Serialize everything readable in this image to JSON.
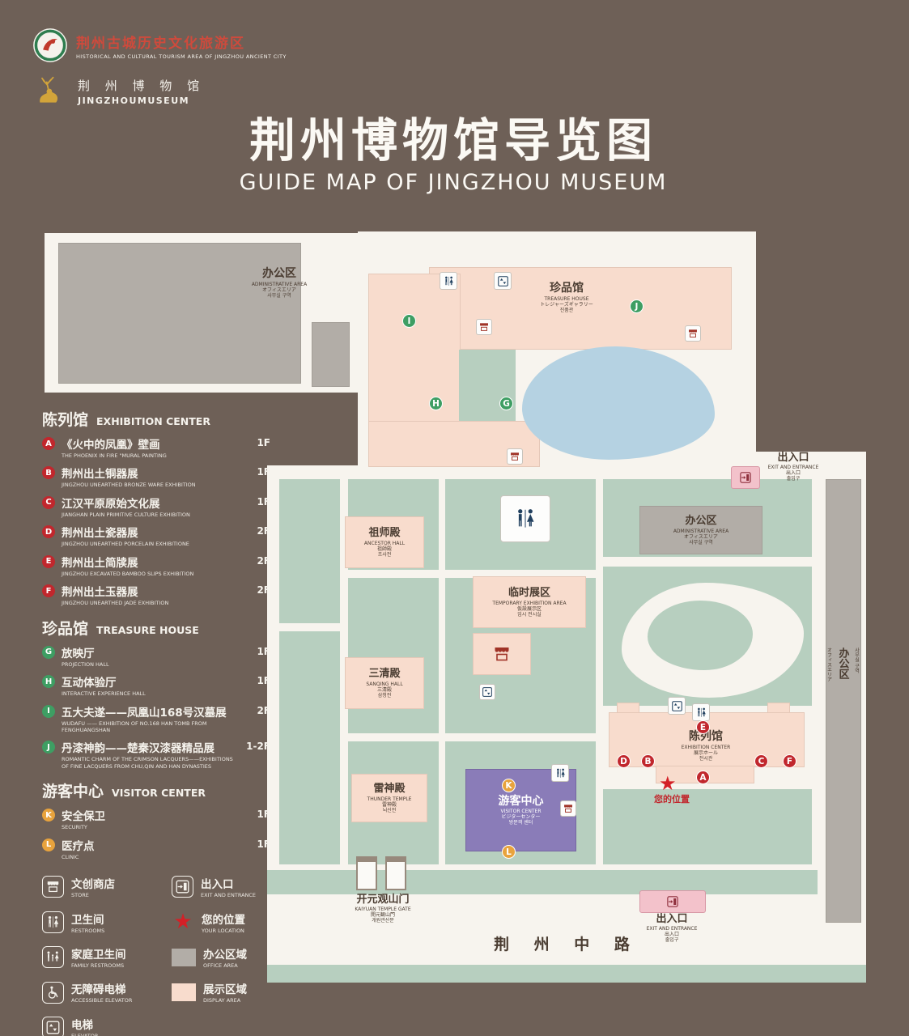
{
  "header": {
    "logo1": {
      "zh": "荆州古城历史文化旅游区",
      "en": "HISTORICAL AND CULTURAL TOURISM AREA OF JINGZHOU ANCIENT CITY"
    },
    "logo2": {
      "zh": "荆 州 博 物 馆",
      "en": "JINGZHOUMUSEUM"
    },
    "title": "荆州博物馆导览图",
    "subtitle": "GUIDE MAP OF JINGZHOU MUSEUM"
  },
  "legend": {
    "sections": [
      {
        "zh": "陈列馆",
        "en": "EXHIBITION CENTER",
        "items": [
          {
            "letter": "A",
            "zh": "《火中的凤凰》壁画",
            "en": "THE PHOENIX IN FIRE \"MURAL PAINTING",
            "floor": "1F"
          },
          {
            "letter": "B",
            "zh": "荆州出土铜器展",
            "en": "JINGZHOU UNEARTHED BRONZE WARE EXHIBITION",
            "floor": "1F"
          },
          {
            "letter": "C",
            "zh": "江汉平原原始文化展",
            "en": "JIANGHAN PLAIN PRIMITIVE CULTURE EXHIBITION",
            "floor": "1F"
          },
          {
            "letter": "D",
            "zh": "荆州出土瓷器展",
            "en": "JINGZHOU UNEARTHED PORCELAIN EXHIBITIONE",
            "floor": "2F"
          },
          {
            "letter": "E",
            "zh": "荆州出土简牍展",
            "en": "JINGZHOU EXCAVATED BAMBOO SLIPS EXHIBITION",
            "floor": "2F"
          },
          {
            "letter": "F",
            "zh": "荆州出土玉器展",
            "en": "JINGZHOU UNEARTHED JADE EXHIBITION",
            "floor": "2F"
          }
        ]
      },
      {
        "zh": "珍品馆",
        "en": "TREASURE HOUSE",
        "items": [
          {
            "letter": "G",
            "zh": "放映厅",
            "en": "PROJECTION HALL",
            "floor": "1F"
          },
          {
            "letter": "H",
            "zh": "互动体验厅",
            "en": "INTERACTIVE EXPERIENCE HALL",
            "floor": "1F"
          },
          {
            "letter": "I",
            "zh": "五大夫遂——凤凰山168号汉墓展",
            "en": "WUDAFU —— EXHIBITION OF NO.168 HAN TOMB FROM FENGHUANGSHAN",
            "floor": "2F"
          },
          {
            "letter": "J",
            "zh": "丹漆神韵——楚秦汉漆器精品展",
            "en": "ROMANTIC CHARM OF THE CRIMSON LACQUERS——EXHIBITIONS OF FINE LACQUERS FROM CHU,QIN AND HAN DYNASTIES",
            "floor": "1-2F"
          }
        ]
      },
      {
        "zh": "游客中心",
        "en": "VISITOR CENTER",
        "items": [
          {
            "letter": "K",
            "zh": "安全保卫",
            "en": "SECURITY",
            "floor": "1F"
          },
          {
            "letter": "L",
            "zh": "医疗点",
            "en": "CLINIC",
            "floor": "1F"
          }
        ]
      }
    ],
    "icons": [
      {
        "icon": "store-icon",
        "zh": "文创商店",
        "en": "STORE"
      },
      {
        "icon": "exit-icon",
        "zh": "出入口",
        "en": "EXIT AND ENTRANCE"
      },
      {
        "icon": "restroom-icon",
        "zh": "卫生间",
        "en": "RESTROOMS"
      },
      {
        "icon": "your-location-icon",
        "zh": "您的位置",
        "en": "YOUR LOCATION"
      },
      {
        "icon": "family-restroom-icon",
        "zh": "家庭卫生间",
        "en": "FAMILY RESTROOMS"
      },
      {
        "icon": "office-area-swatch",
        "zh": "办公区域",
        "en": "OFFICE AREA"
      },
      {
        "icon": "accessible-elevator-icon",
        "zh": "无障碍电梯",
        "en": "ACCESSIBLE ELEVATOR"
      },
      {
        "icon": "display-area-swatch",
        "zh": "展示区域",
        "en": "DISPLAY AREA"
      },
      {
        "icon": "elevator-icon",
        "zh": "电梯",
        "en": "ELEVATOR"
      }
    ]
  },
  "map": {
    "buildings": {
      "admin_topleft": {
        "zh": "办公区",
        "en": "ADMINISTRATIVE AREA",
        "jp": "オフィスエリア",
        "kr": "사무실 구역"
      },
      "treasure": {
        "zh": "珍品馆",
        "en": "TREASURE HOUSE",
        "jp": "トレジャーズギャラリー",
        "kr": "진품관"
      },
      "admin_mid": {
        "zh": "办公区",
        "en": "ADMINISTRATIVE AREA",
        "jp": "オフィスエリア",
        "kr": "사무실 구역"
      },
      "admin_right": {
        "zh": "办公区",
        "jp": "オフィスエリア",
        "kr": "사무실 구역"
      },
      "ancestor": {
        "zh": "祖师殿",
        "en": "ANCESTOR HALL",
        "jp": "祖師殿",
        "kr": "조사전"
      },
      "temporary": {
        "zh": "临时展区",
        "en": "TEMPORARY EXHIBITION AREA",
        "jp": "仮設展示区",
        "kr": "임시 전시실"
      },
      "sanqing": {
        "zh": "三清殿",
        "en": "SANQING HALL",
        "jp": "三清殿",
        "kr": "삼청전"
      },
      "thunder": {
        "zh": "雷神殿",
        "en": "THUNDER TEMPLE",
        "jp": "雷神殿",
        "kr": "뇌신전"
      },
      "visitor": {
        "zh": "游客中心",
        "en": "VISITOR CENTER",
        "jp": "ビジターセンター",
        "kr": "방문객 센터"
      },
      "exhibition": {
        "zh": "陈列馆",
        "en": "EXHIBITION CENTER",
        "jp": "展示ホール",
        "kr": "전시관"
      },
      "gate": {
        "zh": "开元观山门",
        "en": "KAIYUAN TEMPLE GATE",
        "jp": "開元観山門",
        "kr": "개원관산문"
      },
      "exit_top": {
        "zh": "出入口",
        "en": "EXIT AND ENTRANCE",
        "jp": "出入口",
        "kr": "출입구"
      },
      "exit_bottom": {
        "zh": "出入口",
        "en": "EXIT AND ENTRANCE",
        "jp": "出入口",
        "kr": "출입구"
      },
      "your_location": {
        "zh": "您的位置"
      },
      "road": {
        "zh": "荆 州 中 路"
      }
    },
    "markers": [
      {
        "letter": "I"
      },
      {
        "letter": "J"
      },
      {
        "letter": "H"
      },
      {
        "letter": "G"
      },
      {
        "letter": "E"
      },
      {
        "letter": "D"
      },
      {
        "letter": "B"
      },
      {
        "letter": "C"
      },
      {
        "letter": "F"
      },
      {
        "letter": "A"
      },
      {
        "letter": "K"
      },
      {
        "letter": "L"
      }
    ]
  },
  "colors": {
    "background": "#6e6057",
    "marker_red": "#c1272d",
    "marker_green": "#3e9e63",
    "marker_orange": "#e8a33d",
    "lawn_green": "#b7cfbf",
    "display_pink": "#f8dccd",
    "office_gray": "#b2ada7",
    "pond_blue": "#b5d2e2",
    "visitor_purple": "#8a7cb8"
  }
}
